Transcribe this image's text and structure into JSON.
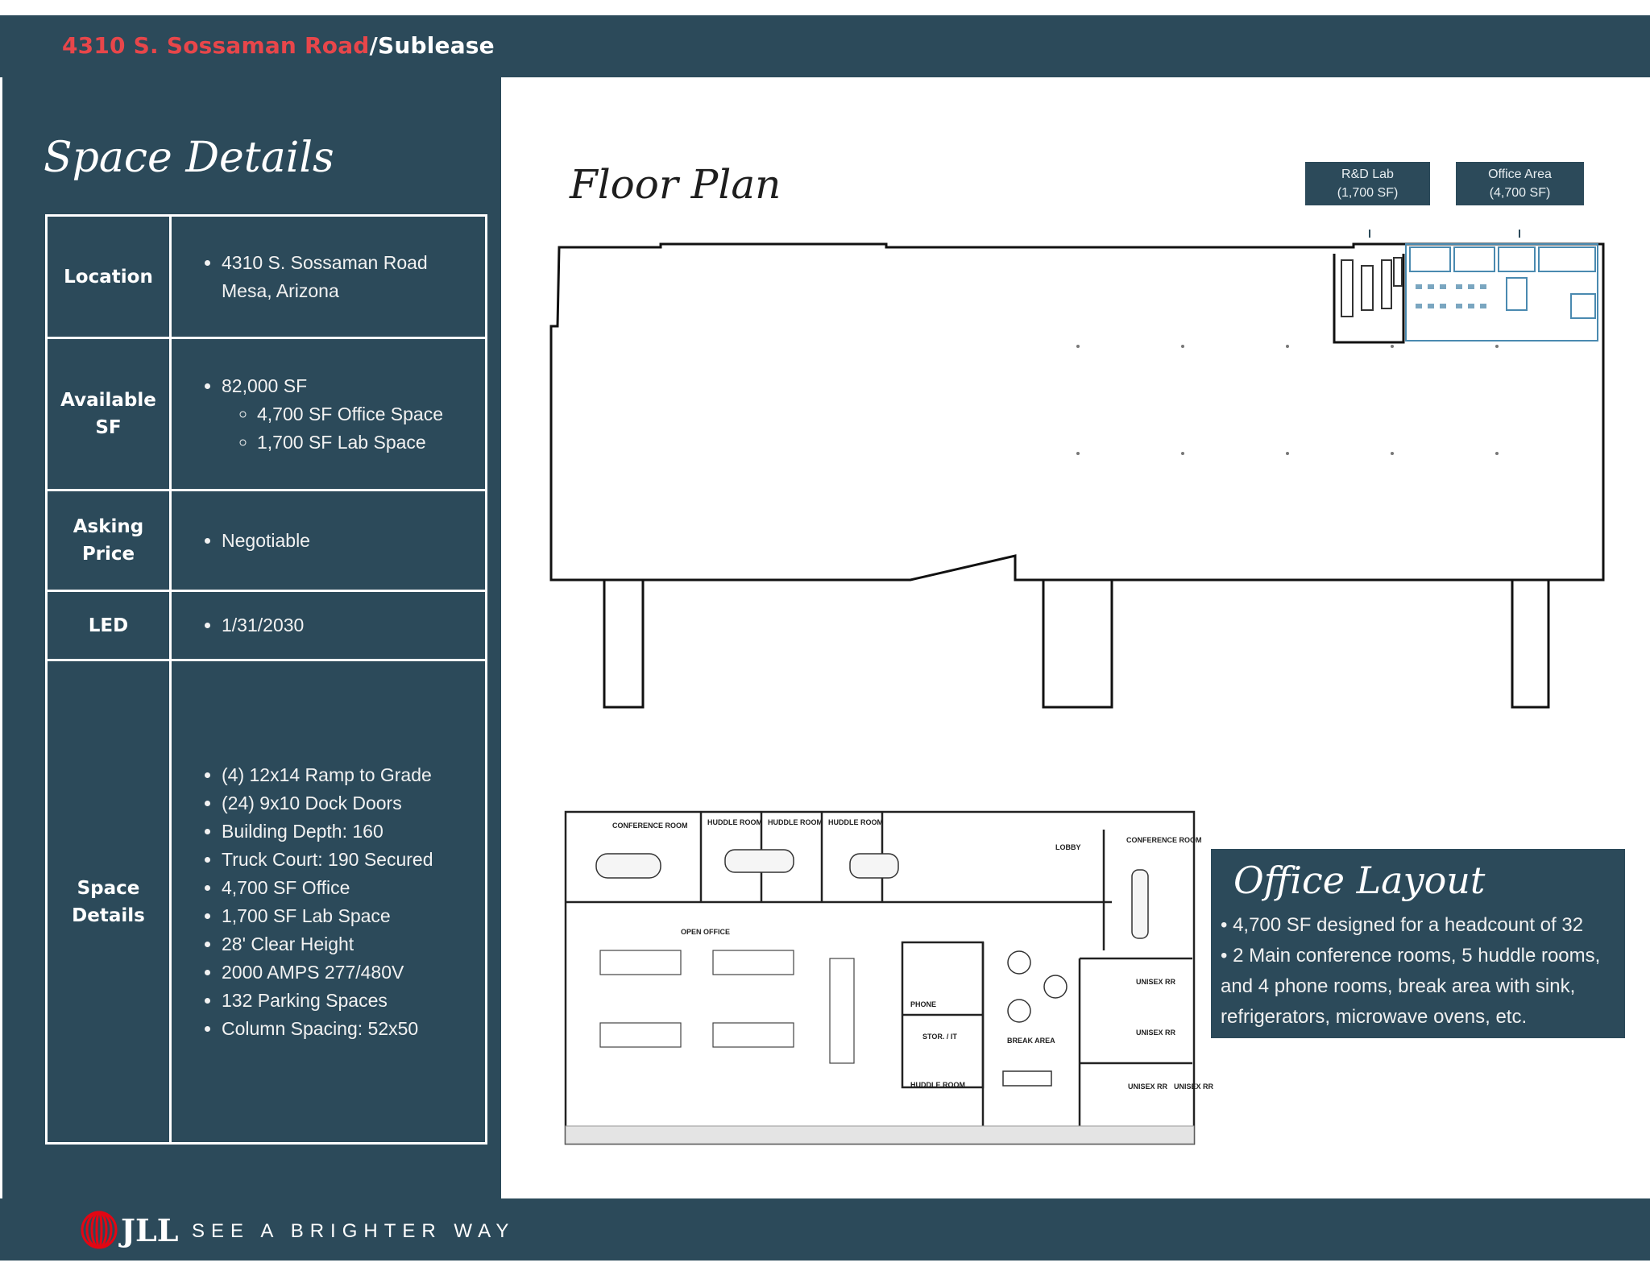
{
  "header": {
    "address": "4310 S. Sossaman Road",
    "suffix": "/Sublease"
  },
  "space_details": {
    "title": "Space Details",
    "rows": [
      {
        "label_lines": [
          "Location"
        ],
        "items": [
          "4310 S. Sossaman Road Mesa, Arizona"
        ]
      },
      {
        "label_lines": [
          "Available",
          "SF"
        ],
        "items": [
          "82,000 SF"
        ],
        "subitems": [
          "4,700 SF Office Space",
          "1,700 SF Lab Space"
        ]
      },
      {
        "label_lines": [
          "Asking",
          "Price"
        ],
        "items": [
          "Negotiable"
        ]
      },
      {
        "label_lines": [
          "LED"
        ],
        "items": [
          "1/31/2030"
        ]
      },
      {
        "label_lines": [
          "Space",
          "Details"
        ],
        "items": [
          "(4) 12x14 Ramp to Grade",
          "(24) 9x10 Dock Doors",
          "Building Depth: 160",
          "Truck Court: 190 Secured",
          "4,700 SF Office",
          "1,700 SF Lab Space",
          "28' Clear Height",
          "2000 AMPS 277/480V",
          "132 Parking Spaces",
          "Column Spacing: 52x50"
        ]
      }
    ]
  },
  "floor_plan": {
    "title": "Floor Plan",
    "callouts": [
      {
        "line1": "R&D Lab",
        "line2": "(1,700 SF)"
      },
      {
        "line1": "Office Area",
        "line2": "(4,700 SF)"
      }
    ]
  },
  "office_plan_labels": {
    "conference_room": "CONFERENCE ROOM",
    "huddle_room": "HUDDLE ROOM",
    "lobby": "LOBBY",
    "open_office": "OPEN OFFICE",
    "break_area": "BREAK AREA",
    "phone": "PHONE",
    "stor_it": "STOR. / IT",
    "unisex_rr": "UNISEX RR"
  },
  "office_layout": {
    "title": "Office Layout",
    "bullets": [
      "• 4,700 SF designed for a headcount of 32",
      "• 2 Main conference rooms, 5 huddle rooms,",
      "and 4 phone rooms, break area with sink,",
      "refrigerators, microwave ovens, etc."
    ]
  },
  "footer": {
    "logo_text": "JLL",
    "tagline": "SEE A BRIGHTER WAY"
  },
  "colors": {
    "navy": "#2c4a5a",
    "address_red": "#e8464a",
    "logo_red": "#e30613"
  }
}
